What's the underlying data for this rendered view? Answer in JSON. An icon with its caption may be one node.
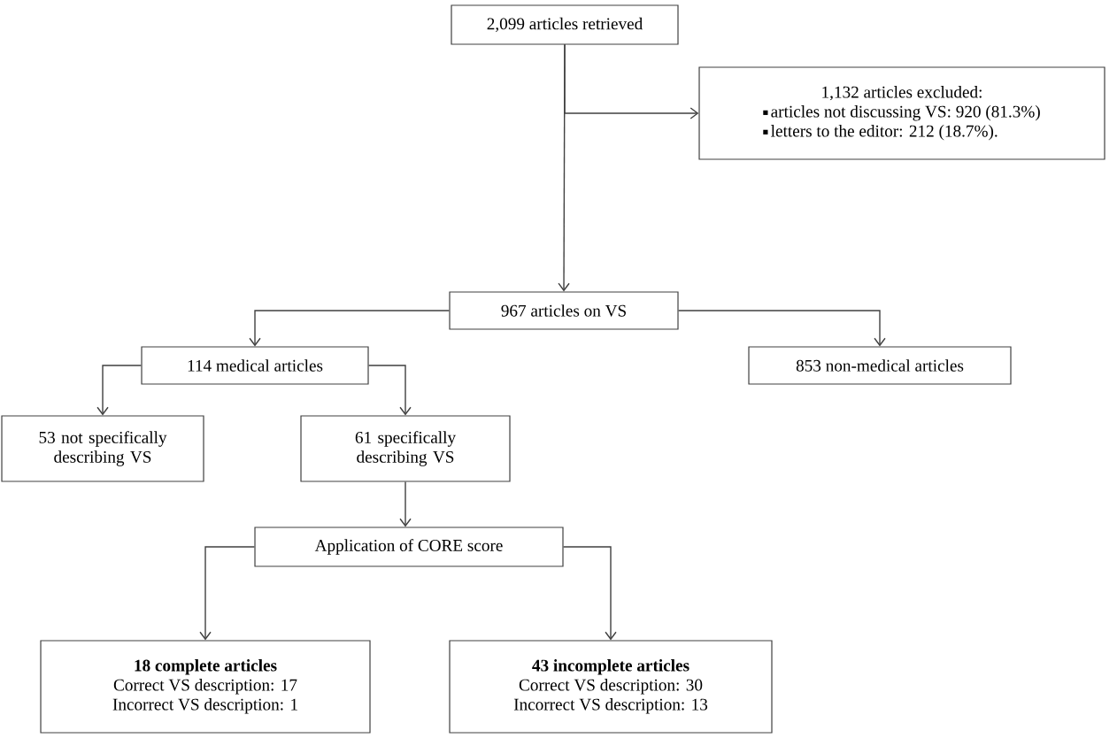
{
  "diagram": {
    "nodes": [
      {
        "text": [
          "2,099 articles retrieved"
        ]
      },
      {
        "text": [
          "1,132 articles excluded:",
          "articles  not discussing VS: 920 (81.3%)",
          "letters to the editor: 212 (18.7%)."
        ]
      },
      {
        "text": [
          "967 articles on VS"
        ]
      },
      {
        "text": [
          "114 medical articles"
        ]
      },
      {
        "text": [
          "853 non-medical  articles"
        ]
      },
      {
        "text": [
          "53 not specifically describing VS"
        ]
      },
      {
        "text": [
          "61 specifically describing VS"
        ]
      },
      {
        "text": [
          "Application of CORE score"
        ]
      },
      {
        "text": [
          "18 complete articles",
          "Correct VS description: 17",
          "Incorrect VS description: 1"
        ]
      },
      {
        "text": [
          "43 incomplete articles",
          "Correct VS description: 30",
          "Incorrect VS description: 13"
        ]
      }
    ],
    "edges": [
      {
        "from": 0,
        "to": 1,
        "arrow": "to"
      },
      {
        "from": 0,
        "to": 2,
        "arrow": "to"
      },
      {
        "from": 2,
        "to": 3,
        "arrow": "to"
      },
      {
        "from": 2,
        "to": 4,
        "arrow": "to"
      },
      {
        "from": 3,
        "to": 5,
        "arrow": "to"
      },
      {
        "from": 3,
        "to": 6,
        "arrow": "to"
      },
      {
        "from": 6,
        "to": 7,
        "arrow": "to"
      },
      {
        "from": 7,
        "to": 8,
        "arrow": "to"
      },
      {
        "from": 7,
        "to": 9,
        "arrow": "to"
      }
    ]
  }
}
